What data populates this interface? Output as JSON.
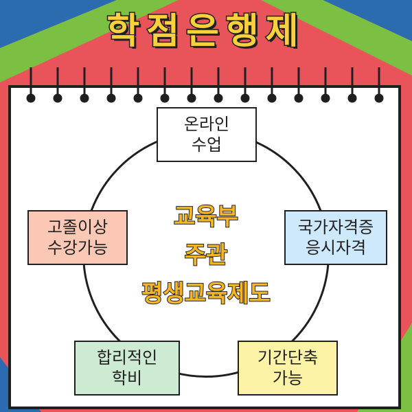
{
  "title": "학점은행제",
  "center": {
    "line1": "교육부",
    "line2": "주관",
    "line3": "평생교육제도"
  },
  "boxes": {
    "top": {
      "line1": "온라인",
      "line2": "수업",
      "color": "#ffffff"
    },
    "left": {
      "line1": "고졸이상",
      "line2": "수강가능",
      "color": "#fcc8b6"
    },
    "right": {
      "line1": "국가자격증",
      "line2": "응시자격",
      "color": "#cde9fb"
    },
    "bottom_left": {
      "line1": "합리적인",
      "line2": "학비",
      "color": "#cdebd3"
    },
    "bottom_right": {
      "line1": "기간단축",
      "line2": "가능",
      "color": "#fdf3a6"
    }
  },
  "colors": {
    "background_red": "#e9545a",
    "band_blue": "#2b6cb0",
    "band_green": "#7bc043",
    "title_yellow": "#fbd13b",
    "center_yellow": "#f5b621"
  }
}
